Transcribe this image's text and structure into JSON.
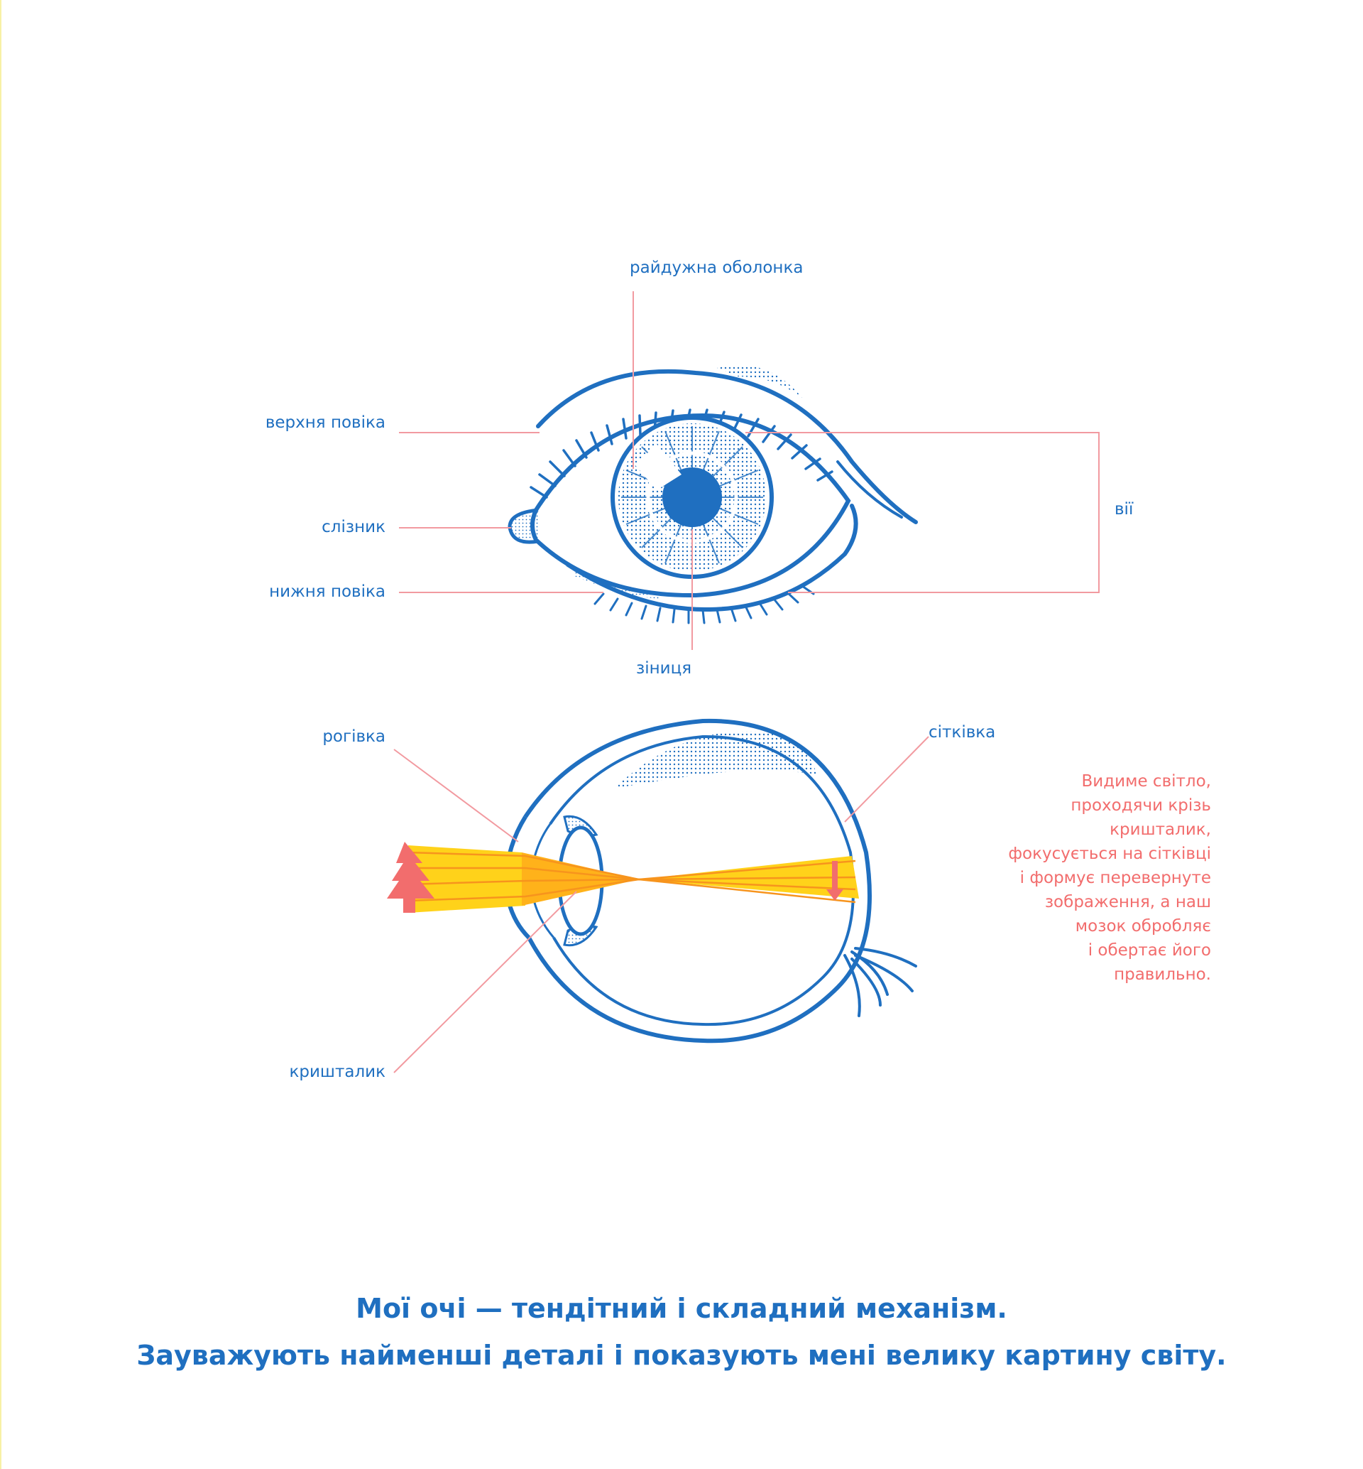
{
  "front_view": {
    "labels": {
      "iris": "райдужна оболонка",
      "upper_eyelid": "верхня повіка",
      "tear_duct": "слізник",
      "lower_eyelid": "нижня повіка",
      "pupil": "зіниця",
      "eyelashes": "вії"
    }
  },
  "cross_section": {
    "labels": {
      "cornea": "рогівка",
      "retina": "сітківка",
      "lens": "кришталик"
    },
    "note_lines": [
      "Видиме світло,",
      "проходячи крізь",
      "кришталик,",
      "фокусується на сітківці",
      "і формує перевернуте",
      "зображення, а наш",
      "мозок обробляє",
      "і обертає його",
      "правильно."
    ]
  },
  "caption": {
    "line1": "Мої очі — тендітний і складний механізм.",
    "line2": "Зауважують найменші деталі і показують мені велику картину світу."
  },
  "colors": {
    "blue": "#1f6fc0",
    "pink": "#f26d6d",
    "leader": "#f29aa0",
    "yellow": "#ffd21a",
    "orange": "#f7941d"
  }
}
